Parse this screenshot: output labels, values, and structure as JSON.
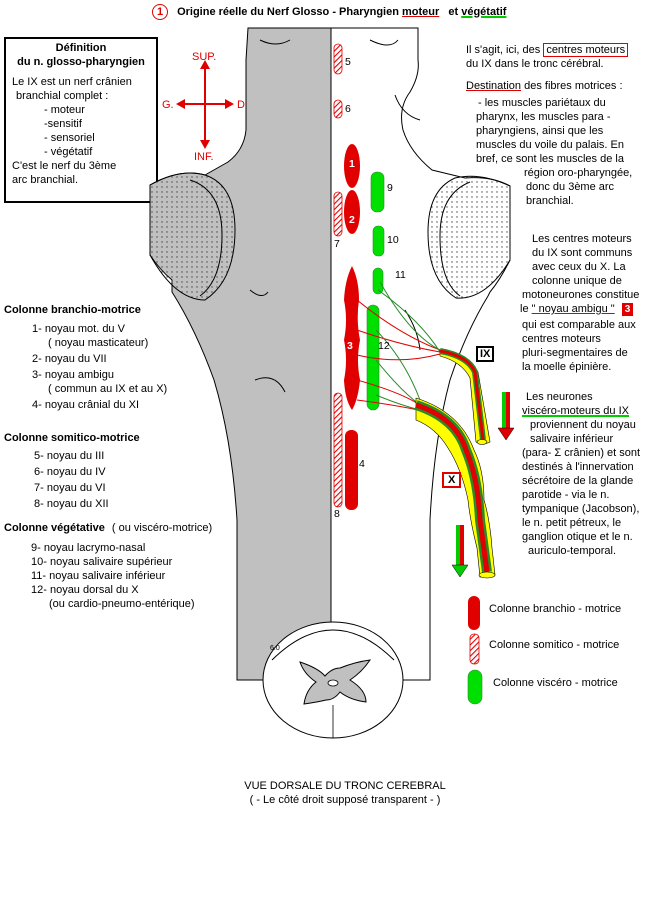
{
  "title": {
    "number": "1",
    "text": "Origine réelle du Nerf Glosso - Pharyngien",
    "moteur": "moteur",
    "et": "et",
    "vegetatif": "végétatif"
  },
  "definition": {
    "heading1": "Définition",
    "heading2": "du n. glosso-pharyngien",
    "intro1": "Le IX est un nerf crânien",
    "intro2": "branchial  complet :",
    "items": [
      "- moteur",
      "-sensitif",
      "- sensoriel",
      "- végétatif"
    ],
    "outro1": "C'est le nerf du 3ème",
    "outro2": "arc branchial."
  },
  "orientation": {
    "sup": "SUP.",
    "inf": "INF.",
    "left": "G.",
    "right": "D."
  },
  "columns": {
    "branchio": {
      "heading": "Colonne branchio-motrice",
      "items": [
        "1- noyau mot. du V",
        "( noyau masticateur)",
        "2- noyau du VII",
        "3- noyau ambigu",
        "( commun au IX et au X)",
        "4- noyau crânial du XI"
      ]
    },
    "somitico": {
      "heading": "Colonne somitico-motrice",
      "items": [
        "5- noyau du III",
        "6- noyau du IV",
        "7- noyau du VI",
        "8- noyau du XII"
      ]
    },
    "vegetative": {
      "heading": "Colonne végétative",
      "heading_note": "( ou viscéro-motrice)",
      "items": [
        "9- noyau lacrymo-nasal",
        "10- noyau salivaire supérieur",
        "11- noyau salivaire inférieur",
        "12- noyau dorsal du X",
        "(ou cardio-pneumo-entérique)"
      ]
    }
  },
  "right_text": {
    "p1_a": "Il s'agit, ici, des",
    "p1_box": "centres moteurs",
    "p1_b": "du IX  dans le tronc cérébral.",
    "dest_label": "Destination",
    "dest_rest": " des fibres motrices :",
    "dest_lines": [
      "- les muscles pariétaux du",
      "pharynx,  les muscles para -",
      "pharyngiens, ainsi que les",
      "muscles du voile du palais. En",
      "bref, ce sont les muscles de la",
      "région oro-pharyngée,",
      "donc du 3ème arc",
      "branchial."
    ],
    "p3_lines": [
      "Les centres moteurs",
      "du IX sont communs",
      "avec ceux du X. La",
      "colonne unique de",
      "motoneurones  constitue"
    ],
    "p3_le": "le",
    "p3_box": "\" noyau  ambigu \"",
    "p3_badge": "3",
    "p3_tail": [
      "qui  est  comparable aux",
      "centres moteurs",
      "pluri-segmentaires de",
      "la moelle épinière."
    ],
    "p4_first": "Les neurones",
    "p4_ul": "viscéro-moteurs du IX",
    "p4_lines": [
      "proviennent du noyau",
      "salivaire inférieur",
      "(para- Σ  crânien) et sont",
      "destinés à l'innervation",
      "sécrétoire de la glande",
      "parotide - via le n.",
      "tympanique (Jacobson),",
      "le n. petit pétreux,  le",
      "ganglion otique  et le n.",
      "auriculo-temporal."
    ]
  },
  "legend": {
    "branchio": "Colonne branchio - motrice",
    "somitico": "Colonne somitico - motrice",
    "viscero": "Colonne viscéro - motrice"
  },
  "diagram": {
    "nucleus_labels": [
      "5",
      "6",
      "1",
      "2",
      "7",
      "3",
      "4",
      "8",
      "9",
      "10",
      "11",
      "12"
    ],
    "nerve_ix": "IX",
    "nerve_x": "X",
    "cord_label": "6.0"
  },
  "caption": {
    "line1": "VUE DORSALE DU TRONC CEREBRAL",
    "line2": "( - Le côté droit supposé transparent - )"
  },
  "colors": {
    "red": "#e00000",
    "green": "#00e000",
    "yellow": "#ffff00",
    "gray": "#c0c0c0"
  }
}
